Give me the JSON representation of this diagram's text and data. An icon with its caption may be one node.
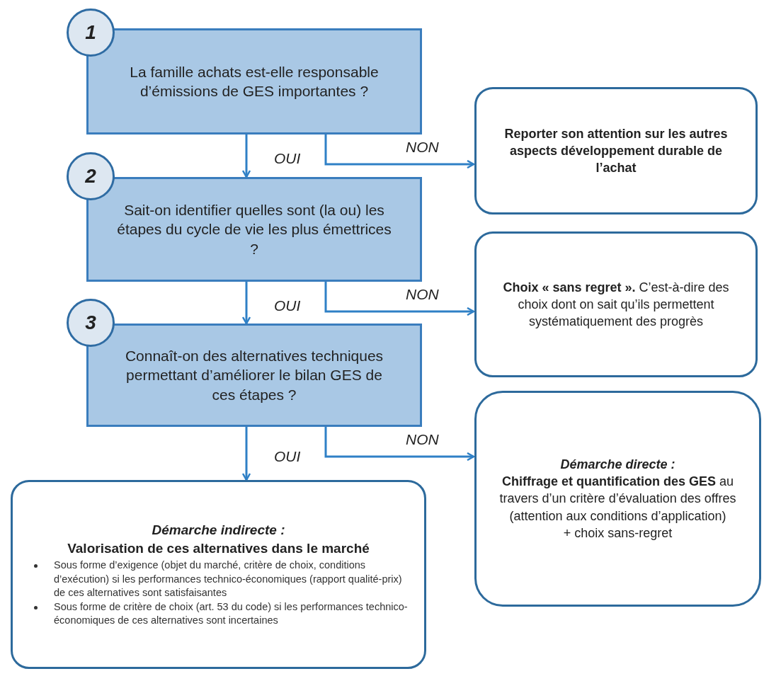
{
  "diagram": {
    "nodes": [
      {
        "text": [
          "1"
        ]
      },
      {
        "text": [
          "La famille achats est-elle responsable d’émissions de GES importantes ?"
        ]
      },
      {
        "text": [
          "Reporter son attention sur les autres aspects développement durable de l’achat"
        ]
      },
      {
        "text": [
          "2"
        ]
      },
      {
        "text": [
          "Sait-on identifier quelles sont (la ou) les étapes du cycle de vie les plus émettrices ?"
        ]
      },
      {
        "text": [
          "**Choix « sans regret ».** C’est-à-dire des choix dont on sait qu’ils permettent systématiquement des progrès"
        ]
      },
      {
        "text": [
          "3"
        ]
      },
      {
        "text": [
          "Connaît-on des alternatives techniques permettant d’améliorer le bilan GES de ces étapes ?"
        ]
      },
      {
        "text": [
          "Démarche directe :",
          "**Chiffrage et quantification des GES** au travers d’un critère d’évaluation des offres (attention aux conditions d’application)",
          "+ choix sans-regret"
        ]
      },
      {
        "text": [
          "Démarche indirecte :",
          "Valorisation de ces alternatives dans le marché",
          "Sous forme d’exigence (objet du marché, critère de choix, conditions d’exécution) si les performances technico-économiques (rapport qualité-prix) de ces alternatives sont satisfaisantes",
          "Sous forme de critère de choix (art. 53 du code) si les performances technico-économiques de ces alternatives sont incertaines"
        ]
      }
    ],
    "edges": [
      {
        "from": 1,
        "to": 4,
        "arrow": "to",
        "label": "OUI"
      },
      {
        "from": 1,
        "to": 2,
        "arrow": "to",
        "label": "NON"
      },
      {
        "from": 4,
        "to": 7,
        "arrow": "to",
        "label": "OUI"
      },
      {
        "from": 4,
        "to": 5,
        "arrow": "to",
        "label": "NON"
      },
      {
        "from": 7,
        "to": 9,
        "arrow": "to",
        "label": "OUI"
      },
      {
        "from": 7,
        "to": 8,
        "arrow": "to",
        "label": "NON"
      }
    ]
  }
}
